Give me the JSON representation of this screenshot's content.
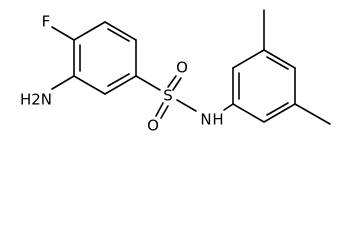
{
  "molecule": {
    "labels": {
      "fluorine": "F",
      "amine": "H2N",
      "sulfonyl_oxygen_top": "O",
      "sulfonyl_oxygen_bottom": "O",
      "sulfur": "S",
      "amide_nitrogen": "N",
      "amide_hydrogen": "H"
    }
  }
}
